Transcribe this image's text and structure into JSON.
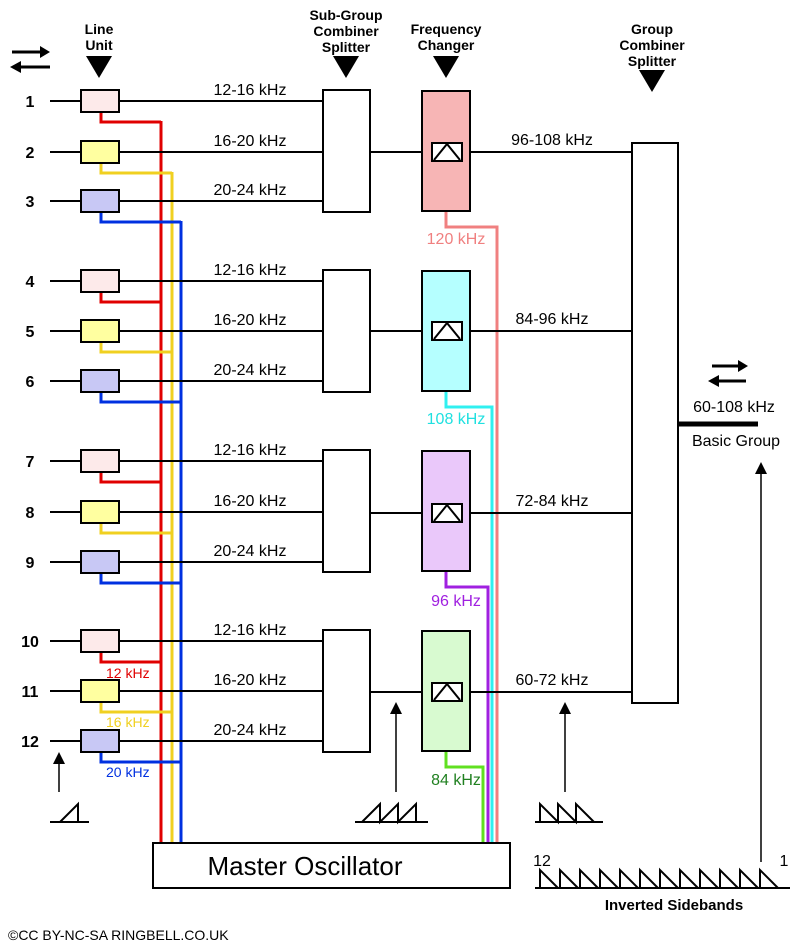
{
  "headers": {
    "line_unit": [
      "Line",
      "Unit"
    ],
    "subgroup": [
      "Sub-Group",
      "Combiner",
      "Splitter"
    ],
    "freq_changer": [
      "Frequency",
      "Changer"
    ],
    "group": [
      "Group",
      "Combiner",
      "Splitter"
    ]
  },
  "channels": [
    {
      "num": "1",
      "band": "12-16 kHz",
      "color": "#fdeaea"
    },
    {
      "num": "2",
      "band": "16-20 kHz",
      "color": "#ffffa0"
    },
    {
      "num": "3",
      "band": "20-24 kHz",
      "color": "#c8c8f5"
    },
    {
      "num": "4",
      "band": "12-16 kHz",
      "color": "#fdeaea"
    },
    {
      "num": "5",
      "band": "16-20 kHz",
      "color": "#ffffa0"
    },
    {
      "num": "6",
      "band": "20-24 kHz",
      "color": "#c8c8f5"
    },
    {
      "num": "7",
      "band": "12-16 kHz",
      "color": "#fdeaea"
    },
    {
      "num": "8",
      "band": "16-20 kHz",
      "color": "#ffffa0"
    },
    {
      "num": "9",
      "band": "20-24 kHz",
      "color": "#c8c8f5"
    },
    {
      "num": "10",
      "band": "12-16 kHz",
      "color": "#fdeaea"
    },
    {
      "num": "11",
      "band": "16-20 kHz",
      "color": "#ffffa0"
    },
    {
      "num": "12",
      "band": "20-24 kHz",
      "color": "#c8c8f5"
    }
  ],
  "carriers": [
    {
      "label": "12 kHz",
      "color": "#e00000"
    },
    {
      "label": "16 kHz",
      "color": "#f0d020"
    },
    {
      "label": "20 kHz",
      "color": "#0030e0"
    }
  ],
  "groups": [
    {
      "freq_label": "120 kHz",
      "out_band": "96-108 kHz",
      "fill": "#f7b5b5",
      "line_color": "#f08080",
      "text_color": "#f08080"
    },
    {
      "freq_label": "108 kHz",
      "out_band": "84-96 kHz",
      "fill": "#b5ffff",
      "line_color": "#30f0f0",
      "text_color": "#20e0e0"
    },
    {
      "freq_label": "96 kHz",
      "out_band": "72-84 kHz",
      "fill": "#eac8fa",
      "line_color": "#a020e0",
      "text_color": "#a020e0"
    },
    {
      "freq_label": "84 kHz",
      "out_band": "60-72 kHz",
      "fill": "#d8fad0",
      "line_color": "#60e020",
      "text_color": "#208020"
    }
  ],
  "output": {
    "band": "60-108 kHz",
    "label": "Basic Group"
  },
  "master_oscillator": "Master Oscillator",
  "inverted_sidebands": {
    "label": "Inverted Sidebands",
    "left_num": "12",
    "right_num": "1"
  },
  "credit": "©CC BY-NC-SA  RINGBELL.CO.UK"
}
